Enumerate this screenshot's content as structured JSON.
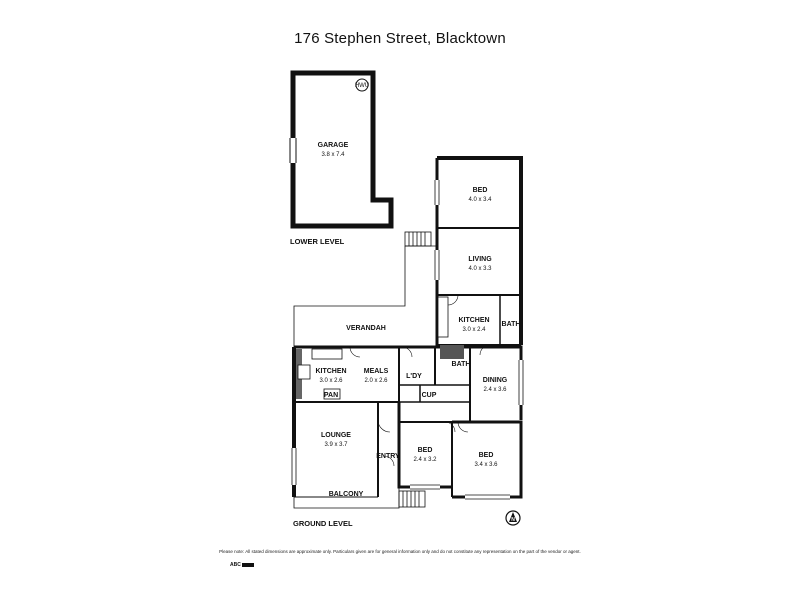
{
  "title": "176 Stephen Street, Blacktown",
  "levels": {
    "lower": "LOWER LEVEL",
    "ground": "GROUND LEVEL"
  },
  "rooms": {
    "garage": {
      "name": "GARAGE",
      "dims": "3.8 x 7.4"
    },
    "hwu": {
      "name": "HWU"
    },
    "bed_up": {
      "name": "BED",
      "dims": "4.0 x 3.4"
    },
    "living": {
      "name": "LIVING",
      "dims": "4.0 x 3.3"
    },
    "kitchen_r": {
      "name": "KITCHEN",
      "dims": "3.0 x 2.4"
    },
    "bath_r": {
      "name": "BATH"
    },
    "verandah": {
      "name": "VERANDAH"
    },
    "kitchen_l": {
      "name": "KITCHEN",
      "dims": "3.0 x 2.6"
    },
    "meals": {
      "name": "MEALS",
      "dims": "2.0 x 2.6"
    },
    "ldy": {
      "name": "L'DY"
    },
    "bath_c": {
      "name": "BATH"
    },
    "dining": {
      "name": "DINING",
      "dims": "2.4 x 3.6"
    },
    "pan": {
      "name": "PAN"
    },
    "cup": {
      "name": "CUP"
    },
    "lounge": {
      "name": "LOUNGE",
      "dims": "3.9 x 3.7"
    },
    "entry": {
      "name": "ENTRY"
    },
    "bed_mid": {
      "name": "BED",
      "dims": "2.4 x 3.2"
    },
    "bed_r": {
      "name": "BED",
      "dims": "3.4 x 3.6"
    },
    "balcony": {
      "name": "BALCONY"
    }
  },
  "north_label": "N",
  "disclaimer": "Please note: All stated dimensions are approximate only. Particulars given are for general information only and do not constitute any representation on the part of the vendor or agent.",
  "logo_text": "ABC"
}
